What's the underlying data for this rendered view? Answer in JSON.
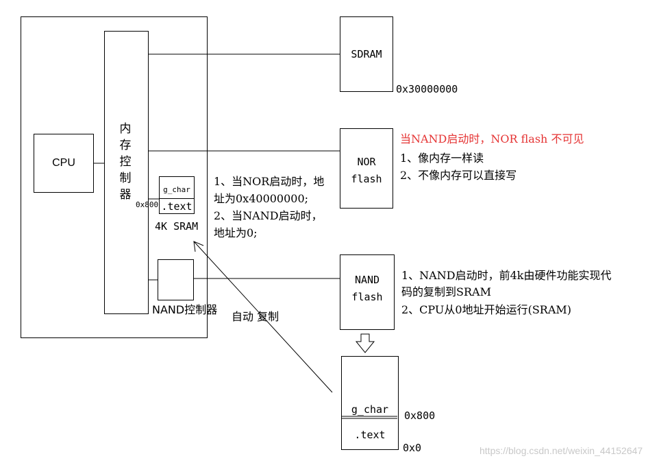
{
  "chip": {
    "cpu": "CPU",
    "mem_ctrl": [
      "内",
      "存",
      "控",
      "制",
      "器"
    ],
    "sram_g_char": "g_char",
    "sram_text": ".text",
    "sram_addr": "0x800",
    "sram_label": "4K SRAM",
    "nand_ctrl": "NAND控制器"
  },
  "copy_label": "自动 复制",
  "sdram": {
    "label": "SDRAM",
    "addr": "0x30000000"
  },
  "nor": {
    "label_line1": "NOR",
    "label_line2": "flash",
    "warning": "当NAND启动时，NOR flash 不可见",
    "notes": [
      "1、像内存一样读",
      "2、不像内存可以直接写"
    ]
  },
  "boot_notes": [
    "1、当NOR启动时，地",
    "址为0x40000000;",
    "2、当NAND启动时，",
    "地址为0;"
  ],
  "nand": {
    "label_line1": "NAND",
    "label_line2": "flash",
    "notes": [
      "1、NAND启动时，前4k由硬件功能实现代",
      "码的复制到SRAM",
      "2、CPU从0地址开始运行(SRAM)"
    ]
  },
  "nand_content": {
    "g_char": "g_char",
    "text": ".text",
    "addr_high": "0x800",
    "addr_low": "0x0"
  },
  "watermark": "https://blog.csdn.net/weixin_44152647"
}
